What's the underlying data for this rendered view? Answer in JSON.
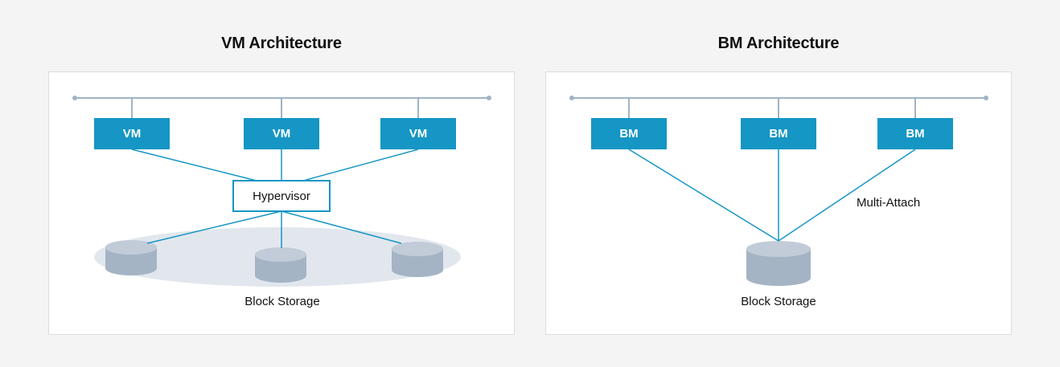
{
  "vm_panel": {
    "title": "VM Architecture",
    "nodes": [
      "VM",
      "VM",
      "VM"
    ],
    "hypervisor_label": "Hypervisor",
    "storage_label": "Block Storage"
  },
  "bm_panel": {
    "title": "BM Architecture",
    "nodes": [
      "BM",
      "BM",
      "BM"
    ],
    "multi_attach_label": "Multi-Attach",
    "storage_label": "Block Storage"
  },
  "colors": {
    "accent": "#1596c4",
    "bus_line": "#9fb4c6",
    "disk_top": "#c2ccd8",
    "disk_side": "#a5b4c5",
    "pool": "#e2e7ee"
  }
}
